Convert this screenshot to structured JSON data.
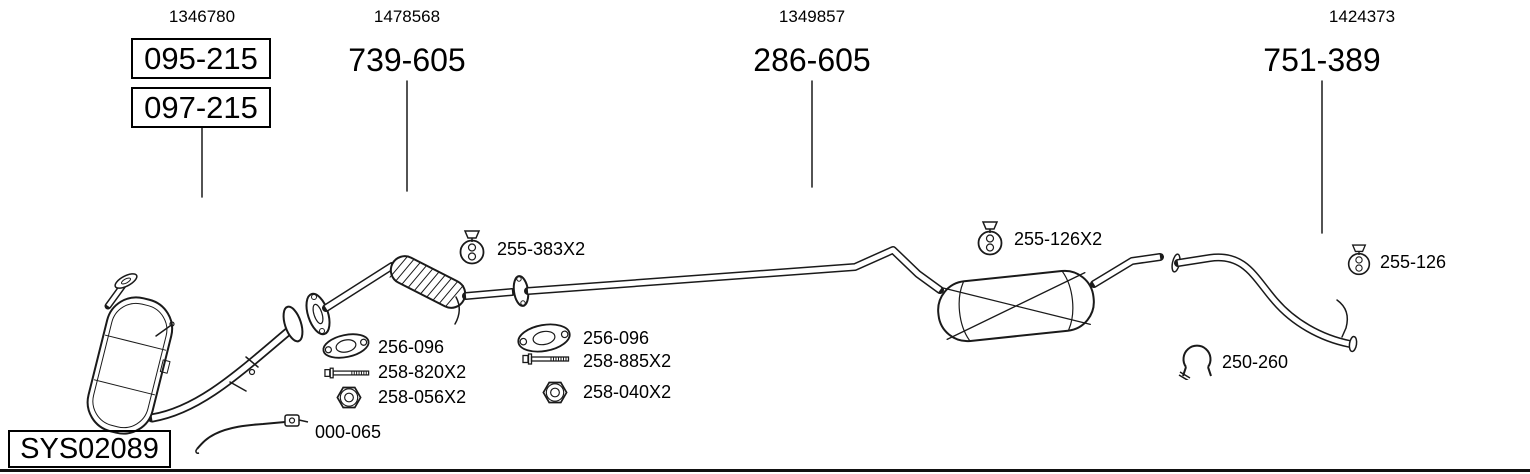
{
  "system_code": "SYS02089",
  "part_groups": [
    {
      "ref": "1346780",
      "part_numbers": [
        "095-215",
        "097-215"
      ]
    },
    {
      "ref": "1478568",
      "part_numbers": [
        "739-605"
      ]
    },
    {
      "ref": "1349857",
      "part_numbers": [
        "286-605"
      ]
    },
    {
      "ref": "1424373",
      "part_numbers": [
        "751-389"
      ]
    }
  ],
  "callouts": {
    "front_hanger": "255-383X2",
    "front_gasket": "256-096",
    "front_bolt": "258-820X2",
    "front_nut": "258-056X2",
    "mid_gasket": "256-096",
    "mid_bolt": "258-885X2",
    "mid_nut": "258-040X2",
    "muffler_hanger": "255-126X2",
    "tail_hanger": "255-126",
    "tail_clamp": "250-260",
    "hanger_rod": "000-065"
  },
  "colors": {
    "line": "#1a1a1a",
    "background": "#ffffff",
    "text": "#000000"
  }
}
